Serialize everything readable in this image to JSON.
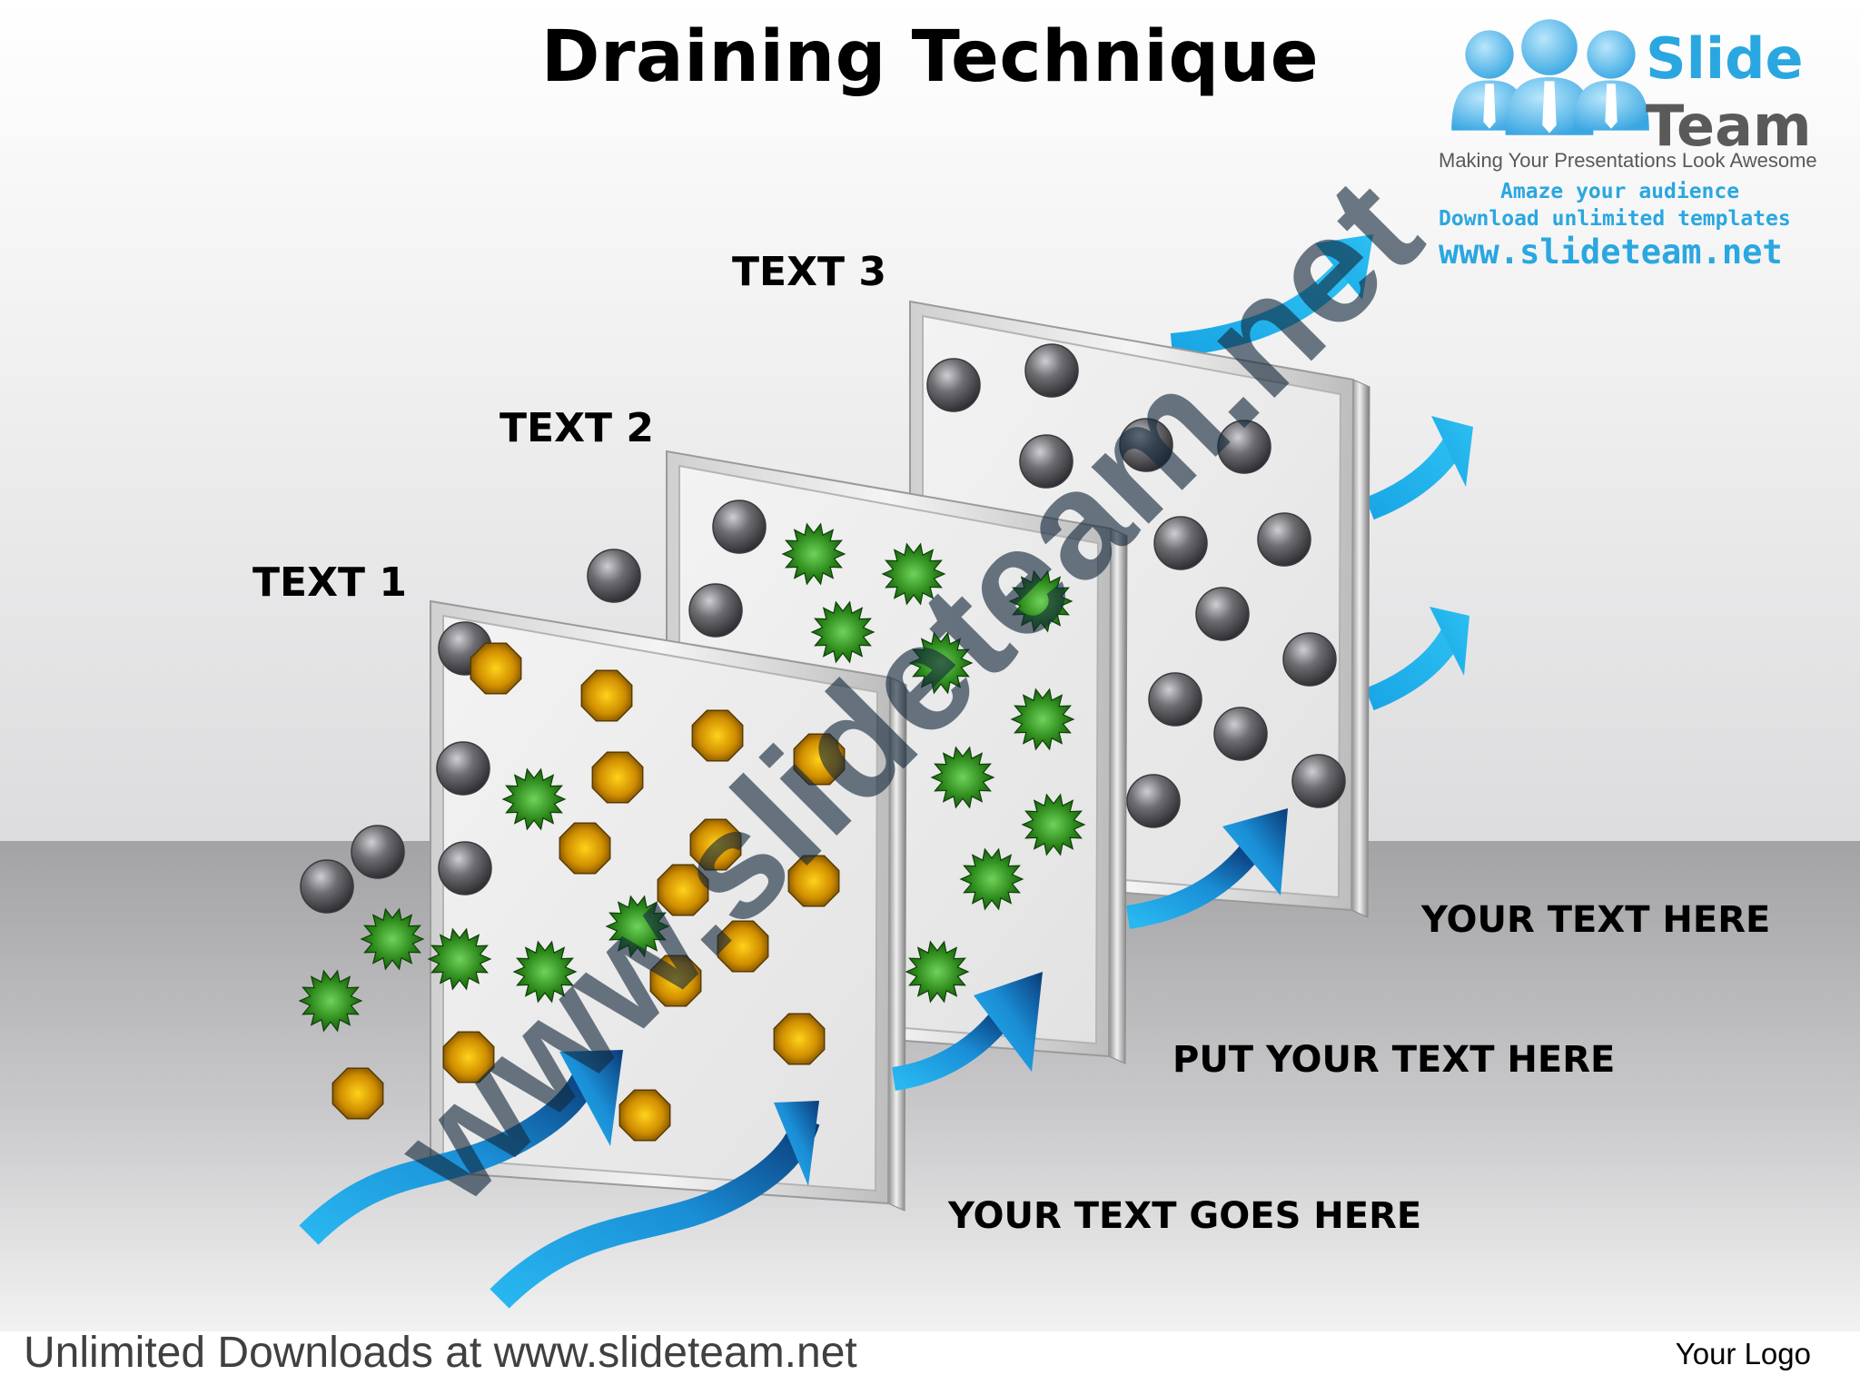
{
  "title": "Draining Technique",
  "stage_labels": [
    "TEXT 1",
    "TEXT 2",
    "TEXT 3"
  ],
  "captions": [
    "YOUR TEXT HERE",
    "PUT YOUR TEXT HERE",
    "YOUR TEXT GOES HERE"
  ],
  "logo": {
    "name_line1": "Slide",
    "name_line2": "Team",
    "tagline": "Making Your Presentations Look Awesome",
    "promo_line1": "Amaze your audience",
    "promo_line2": "Download unlimited templates",
    "promo_line3": "www.slideteam.net"
  },
  "watermark": "www.slideteam.net",
  "footer": {
    "left": "Unlimited Downloads at www.slideteam.net",
    "right": "Your Logo"
  },
  "colors": {
    "arrow_light": "#22b0ea",
    "arrow_dark": "#0a3a78",
    "particle_gold": "#c98a00",
    "particle_green": "#2f8a1e",
    "particle_gray": "#6e6e72",
    "floor": "#a9a9ab",
    "brand_blue": "#2aa7e0"
  },
  "icons": [
    "slideteam-people-logo-icon",
    "flow-arrow-icon",
    "filter-panel-icon"
  ]
}
